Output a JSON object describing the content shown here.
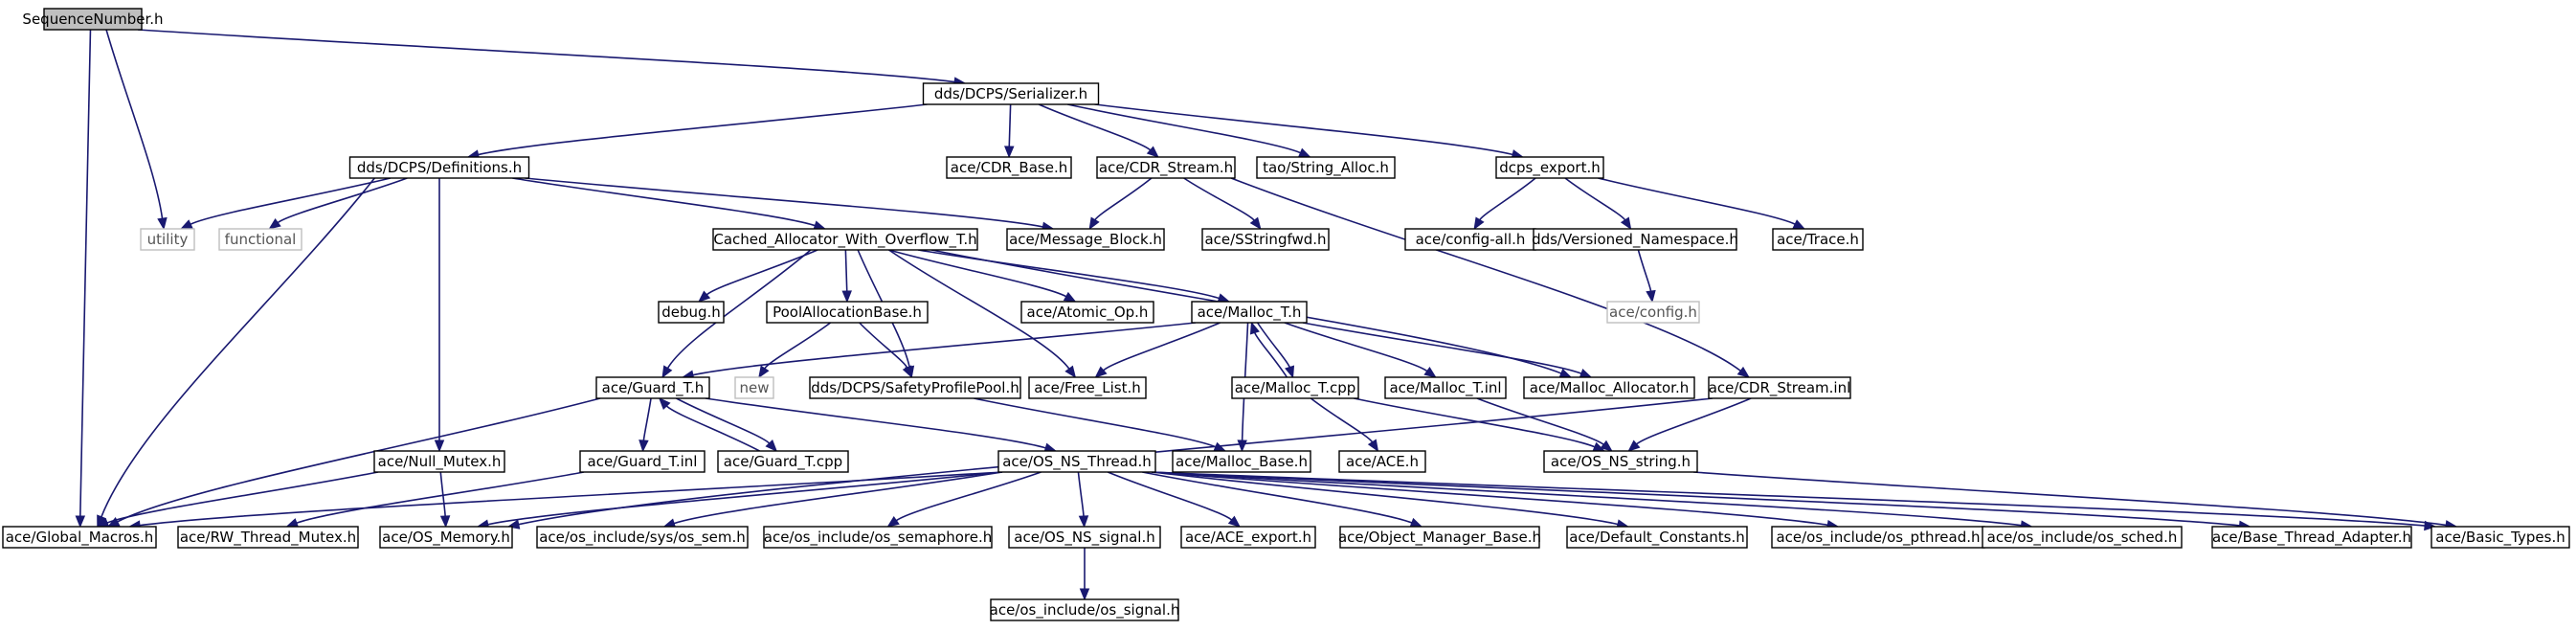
{
  "diagram": {
    "nodes": [
      {
        "id": "SequenceNumber.h",
        "label": "SequenceNumber.h",
        "kind": "root"
      },
      {
        "id": "dds/DCPS/Serializer.h",
        "label": "dds/DCPS/Serializer.h",
        "kind": "file"
      },
      {
        "id": "dds/DCPS/Definitions.h",
        "label": "dds/DCPS/Definitions.h",
        "kind": "file"
      },
      {
        "id": "ace/CDR_Base.h",
        "label": "ace/CDR_Base.h",
        "kind": "file"
      },
      {
        "id": "ace/CDR_Stream.h",
        "label": "ace/CDR_Stream.h",
        "kind": "file"
      },
      {
        "id": "tao/String_Alloc.h",
        "label": "tao/String_Alloc.h",
        "kind": "file"
      },
      {
        "id": "dcps_export.h",
        "label": "dcps_export.h",
        "kind": "file"
      },
      {
        "id": "utility",
        "label": "utility",
        "kind": "external"
      },
      {
        "id": "functional",
        "label": "functional",
        "kind": "external"
      },
      {
        "id": "Cached_Allocator_With_Overflow_T.h",
        "label": "Cached_Allocator_With_Overflow_T.h",
        "kind": "file"
      },
      {
        "id": "ace/Message_Block.h",
        "label": "ace/Message_Block.h",
        "kind": "file"
      },
      {
        "id": "ace/SStringfwd.h",
        "label": "ace/SStringfwd.h",
        "kind": "file"
      },
      {
        "id": "ace/config-all.h",
        "label": "ace/config-all.h",
        "kind": "file"
      },
      {
        "id": "dds/Versioned_Namespace.h",
        "label": "dds/Versioned_Namespace.h",
        "kind": "file"
      },
      {
        "id": "ace/Trace.h",
        "label": "ace/Trace.h",
        "kind": "file"
      },
      {
        "id": "ace/config.h",
        "label": "ace/config.h",
        "kind": "external"
      },
      {
        "id": "debug.h",
        "label": "debug.h",
        "kind": "file"
      },
      {
        "id": "PoolAllocationBase.h",
        "label": "PoolAllocationBase.h",
        "kind": "file"
      },
      {
        "id": "ace/Atomic_Op.h",
        "label": "ace/Atomic_Op.h",
        "kind": "file"
      },
      {
        "id": "ace/Malloc_T.h",
        "label": "ace/Malloc_T.h",
        "kind": "file"
      },
      {
        "id": "ace/Guard_T.h",
        "label": "ace/Guard_T.h",
        "kind": "file"
      },
      {
        "id": "new",
        "label": "new",
        "kind": "external"
      },
      {
        "id": "dds/DCPS/SafetyProfilePool.h",
        "label": "dds/DCPS/SafetyProfilePool.h",
        "kind": "file"
      },
      {
        "id": "ace/Free_List.h",
        "label": "ace/Free_List.h",
        "kind": "file"
      },
      {
        "id": "ace/Malloc_T.cpp",
        "label": "ace/Malloc_T.cpp",
        "kind": "file"
      },
      {
        "id": "ace/Malloc_T.inl",
        "label": "ace/Malloc_T.inl",
        "kind": "file"
      },
      {
        "id": "ace/Malloc_Allocator.h",
        "label": "ace/Malloc_Allocator.h",
        "kind": "file"
      },
      {
        "id": "ace/CDR_Stream.inl",
        "label": "ace/CDR_Stream.inl",
        "kind": "file"
      },
      {
        "id": "ace/Null_Mutex.h",
        "label": "ace/Null_Mutex.h",
        "kind": "file"
      },
      {
        "id": "ace/Guard_T.inl",
        "label": "ace/Guard_T.inl",
        "kind": "file"
      },
      {
        "id": "ace/Guard_T.cpp",
        "label": "ace/Guard_T.cpp",
        "kind": "file"
      },
      {
        "id": "ace/OS_NS_Thread.h",
        "label": "ace/OS_NS_Thread.h",
        "kind": "file"
      },
      {
        "id": "ace/Malloc_Base.h",
        "label": "ace/Malloc_Base.h",
        "kind": "file"
      },
      {
        "id": "ace/ACE.h",
        "label": "ace/ACE.h",
        "kind": "file"
      },
      {
        "id": "ace/OS_NS_string.h",
        "label": "ace/OS_NS_string.h",
        "kind": "file"
      },
      {
        "id": "ace/Global_Macros.h",
        "label": "ace/Global_Macros.h",
        "kind": "file"
      },
      {
        "id": "ace/RW_Thread_Mutex.h",
        "label": "ace/RW_Thread_Mutex.h",
        "kind": "file"
      },
      {
        "id": "ace/OS_Memory.h",
        "label": "ace/OS_Memory.h",
        "kind": "file"
      },
      {
        "id": "ace/os_include/sys/os_sem.h",
        "label": "ace/os_include/sys/os_sem.h",
        "kind": "file"
      },
      {
        "id": "ace/os_include/os_semaphore.h",
        "label": "ace/os_include/os_semaphore.h",
        "kind": "file"
      },
      {
        "id": "ace/OS_NS_signal.h",
        "label": "ace/OS_NS_signal.h",
        "kind": "file"
      },
      {
        "id": "ace/ACE_export.h",
        "label": "ace/ACE_export.h",
        "kind": "file"
      },
      {
        "id": "ace/Object_Manager_Base.h",
        "label": "ace/Object_Manager_Base.h",
        "kind": "file"
      },
      {
        "id": "ace/Default_Constants.h",
        "label": "ace/Default_Constants.h",
        "kind": "file"
      },
      {
        "id": "ace/os_include/os_pthread.h",
        "label": "ace/os_include/os_pthread.h",
        "kind": "file"
      },
      {
        "id": "ace/os_include/os_sched.h",
        "label": "ace/os_include/os_sched.h",
        "kind": "file"
      },
      {
        "id": "ace/Base_Thread_Adapter.h",
        "label": "ace/Base_Thread_Adapter.h",
        "kind": "file"
      },
      {
        "id": "ace/Basic_Types.h",
        "label": "ace/Basic_Types.h",
        "kind": "file"
      },
      {
        "id": "ace/os_include/os_signal.h",
        "label": "ace/os_include/os_signal.h",
        "kind": "file"
      }
    ],
    "edges": [
      [
        "SequenceNumber.h",
        "dds/DCPS/Serializer.h"
      ],
      [
        "SequenceNumber.h",
        "utility"
      ],
      [
        "SequenceNumber.h",
        "ace/Global_Macros.h"
      ],
      [
        "dds/DCPS/Serializer.h",
        "dds/DCPS/Definitions.h"
      ],
      [
        "dds/DCPS/Serializer.h",
        "ace/CDR_Base.h"
      ],
      [
        "dds/DCPS/Serializer.h",
        "ace/CDR_Stream.h"
      ],
      [
        "dds/DCPS/Serializer.h",
        "tao/String_Alloc.h"
      ],
      [
        "dds/DCPS/Serializer.h",
        "dcps_export.h"
      ],
      [
        "dds/DCPS/Definitions.h",
        "utility"
      ],
      [
        "dds/DCPS/Definitions.h",
        "functional"
      ],
      [
        "dds/DCPS/Definitions.h",
        "Cached_Allocator_With_Overflow_T.h"
      ],
      [
        "dds/DCPS/Definitions.h",
        "ace/Message_Block.h"
      ],
      [
        "dds/DCPS/Definitions.h",
        "ace/Null_Mutex.h"
      ],
      [
        "dds/DCPS/Definitions.h",
        "ace/Global_Macros.h"
      ],
      [
        "ace/CDR_Stream.h",
        "ace/Message_Block.h"
      ],
      [
        "ace/CDR_Stream.h",
        "ace/SStringfwd.h"
      ],
      [
        "ace/CDR_Stream.h",
        "ace/CDR_Stream.inl"
      ],
      [
        "dcps_export.h",
        "ace/config-all.h"
      ],
      [
        "dcps_export.h",
        "dds/Versioned_Namespace.h"
      ],
      [
        "dcps_export.h",
        "ace/Trace.h"
      ],
      [
        "dds/Versioned_Namespace.h",
        "ace/config.h"
      ],
      [
        "Cached_Allocator_With_Overflow_T.h",
        "debug.h"
      ],
      [
        "Cached_Allocator_With_Overflow_T.h",
        "PoolAllocationBase.h"
      ],
      [
        "Cached_Allocator_With_Overflow_T.h",
        "ace/Atomic_Op.h"
      ],
      [
        "Cached_Allocator_With_Overflow_T.h",
        "ace/Malloc_T.h"
      ],
      [
        "Cached_Allocator_With_Overflow_T.h",
        "ace/Guard_T.h"
      ],
      [
        "Cached_Allocator_With_Overflow_T.h",
        "dds/DCPS/SafetyProfilePool.h"
      ],
      [
        "Cached_Allocator_With_Overflow_T.h",
        "ace/Free_List.h"
      ],
      [
        "Cached_Allocator_With_Overflow_T.h",
        "ace/Malloc_Allocator.h"
      ],
      [
        "PoolAllocationBase.h",
        "new"
      ],
      [
        "PoolAllocationBase.h",
        "dds/DCPS/SafetyProfilePool.h"
      ],
      [
        "ace/Malloc_T.h",
        "ace/Guard_T.h"
      ],
      [
        "ace/Malloc_T.h",
        "ace/Free_List.h"
      ],
      [
        "ace/Malloc_T.h",
        "ace/Malloc_T.cpp"
      ],
      [
        "ace/Malloc_T.h",
        "ace/Malloc_T.inl"
      ],
      [
        "ace/Malloc_T.h",
        "ace/Malloc_Allocator.h"
      ],
      [
        "ace/Malloc_T.h",
        "ace/Malloc_Base.h"
      ],
      [
        "ace/Malloc_T.cpp",
        "ace/Malloc_T.h"
      ],
      [
        "ace/Malloc_T.cpp",
        "ace/ACE.h"
      ],
      [
        "ace/Malloc_T.cpp",
        "ace/OS_NS_string.h"
      ],
      [
        "ace/Malloc_T.inl",
        "ace/OS_NS_string.h"
      ],
      [
        "dds/DCPS/SafetyProfilePool.h",
        "ace/Malloc_Base.h"
      ],
      [
        "ace/Guard_T.h",
        "ace/Guard_T.inl"
      ],
      [
        "ace/Guard_T.h",
        "ace/Guard_T.cpp"
      ],
      [
        "ace/Guard_T.h",
        "ace/OS_NS_Thread.h"
      ],
      [
        "ace/Guard_T.h",
        "ace/Global_Macros.h"
      ],
      [
        "ace/Guard_T.cpp",
        "ace/Guard_T.h"
      ],
      [
        "ace/Guard_T.inl",
        "ace/RW_Thread_Mutex.h"
      ],
      [
        "ace/CDR_Stream.inl",
        "ace/OS_NS_string.h"
      ],
      [
        "ace/CDR_Stream.inl",
        "ace/OS_Memory.h"
      ],
      [
        "ace/Null_Mutex.h",
        "ace/Global_Macros.h"
      ],
      [
        "ace/Null_Mutex.h",
        "ace/OS_Memory.h"
      ],
      [
        "ace/OS_NS_string.h",
        "ace/Basic_Types.h"
      ],
      [
        "ace/OS_NS_Thread.h",
        "ace/Global_Macros.h"
      ],
      [
        "ace/OS_NS_Thread.h",
        "ace/OS_Memory.h"
      ],
      [
        "ace/OS_NS_Thread.h",
        "ace/os_include/sys/os_sem.h"
      ],
      [
        "ace/OS_NS_Thread.h",
        "ace/os_include/os_semaphore.h"
      ],
      [
        "ace/OS_NS_Thread.h",
        "ace/OS_NS_signal.h"
      ],
      [
        "ace/OS_NS_Thread.h",
        "ace/ACE_export.h"
      ],
      [
        "ace/OS_NS_Thread.h",
        "ace/Object_Manager_Base.h"
      ],
      [
        "ace/OS_NS_Thread.h",
        "ace/Default_Constants.h"
      ],
      [
        "ace/OS_NS_Thread.h",
        "ace/os_include/os_pthread.h"
      ],
      [
        "ace/OS_NS_Thread.h",
        "ace/os_include/os_sched.h"
      ],
      [
        "ace/OS_NS_Thread.h",
        "ace/Base_Thread_Adapter.h"
      ],
      [
        "ace/OS_NS_Thread.h",
        "ace/Basic_Types.h"
      ],
      [
        "ace/OS_NS_signal.h",
        "ace/os_include/os_signal.h"
      ]
    ]
  }
}
